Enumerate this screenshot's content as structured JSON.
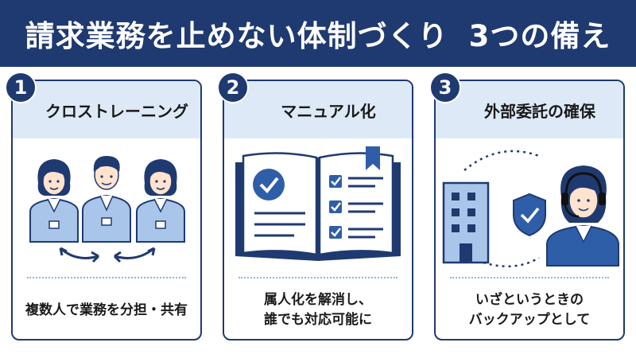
{
  "header": {
    "title": "請求業務を止めない体制づくり",
    "subtitle": "3つの備え"
  },
  "cards": [
    {
      "number": "1",
      "title": "クロストレーニング",
      "icon": "three-people-rotation-icon",
      "desc_lines": [
        "複数人で業務を分担・共有"
      ]
    },
    {
      "number": "2",
      "title": "マニュアル化",
      "icon": "manual-book-icon",
      "desc_lines": [
        "属人化を解消し、",
        "誰でも対応可能に"
      ]
    },
    {
      "number": "3",
      "title": "外部委託の確保",
      "icon": "outsourcing-support-icon",
      "desc_lines": [
        "いざというときの",
        "バックアップとして"
      ]
    }
  ],
  "colors": {
    "navy": "#1f3a70",
    "light_blue": "#dde9f7",
    "accent_blue": "#2f5ea8"
  }
}
